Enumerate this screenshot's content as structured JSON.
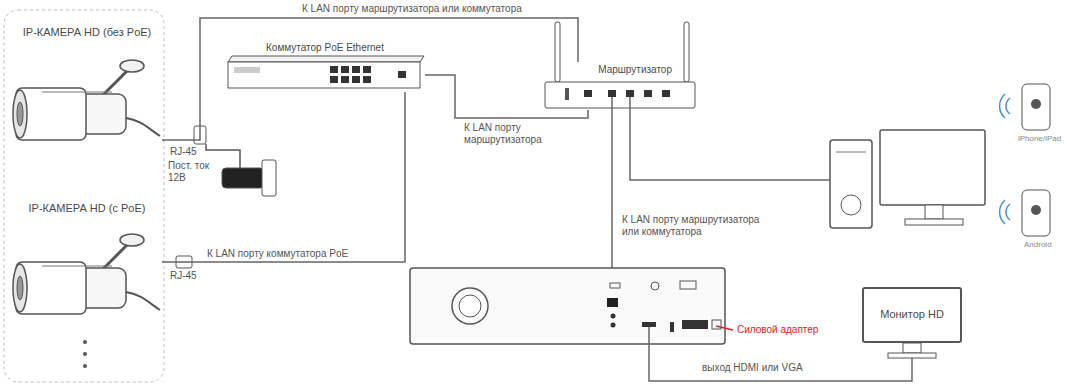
{
  "diagram": {
    "nodes": [
      {
        "text": [
          "IP-КАМЕРА HD (без PoE)"
        ]
      },
      {
        "text": [
          "IP-КАМЕРА HD (с PoE)"
        ]
      },
      {
        "text": [
          "Коммутатор PoE Ethernet"
        ]
      },
      {
        "text": [
          "Маршрутизатор"
        ]
      },
      {
        "text": [
          "Монитор HD"
        ]
      }
    ],
    "edges": [
      {
        "from": 0,
        "to": 3,
        "arrow": "none",
        "label": "К LAN порту маршрутизатора или коммутатора"
      },
      {
        "from": 1,
        "to": 2,
        "arrow": "none",
        "label": "К LAN порту коммутатора PoE"
      },
      {
        "from": 2,
        "to": 3,
        "arrow": "none",
        "label": "К LAN порту маршрутизатора"
      }
    ],
    "labels": [
      "RJ-45",
      "Пост. ток 12В",
      "RJ-45",
      "К LAN порту маршрутизатора или коммутатора",
      "Силовой адаптер",
      "выход HDMI или VGA",
      "iPhone/iPad",
      "Android"
    ]
  }
}
